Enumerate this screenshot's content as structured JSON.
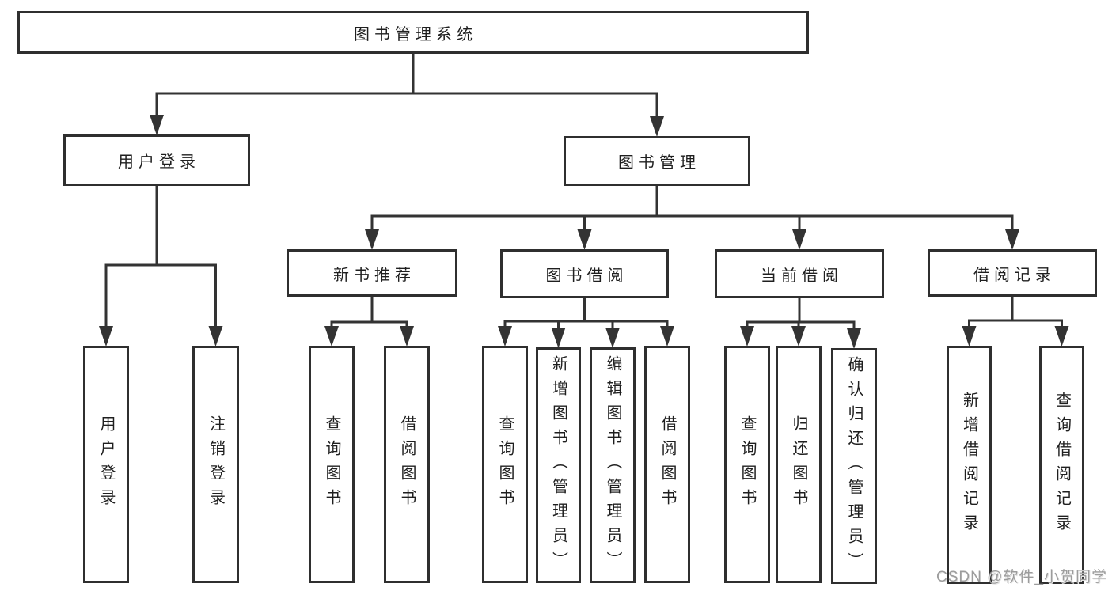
{
  "diagram": {
    "title": "图书管理系统",
    "nodes": [
      {
        "id": "root",
        "label": "图书管理系统",
        "parent": null
      },
      {
        "id": "user-login",
        "label": "用户登录",
        "parent": "root"
      },
      {
        "id": "book-mgmt",
        "label": "图书管理",
        "parent": "root"
      },
      {
        "id": "login",
        "label": "用户登录",
        "parent": "user-login"
      },
      {
        "id": "logout",
        "label": "注销登录",
        "parent": "user-login"
      },
      {
        "id": "new-rec",
        "label": "新书推荐",
        "parent": "book-mgmt"
      },
      {
        "id": "book-borrow",
        "label": "图书借阅",
        "parent": "book-mgmt"
      },
      {
        "id": "current-borrow",
        "label": "当前借阅",
        "parent": "book-mgmt"
      },
      {
        "id": "borrow-records",
        "label": "借阅记录",
        "parent": "book-mgmt"
      },
      {
        "id": "nr-query",
        "label": "查询图书",
        "parent": "new-rec"
      },
      {
        "id": "nr-borrow",
        "label": "借阅图书",
        "parent": "new-rec"
      },
      {
        "id": "bb-query",
        "label": "查询图书",
        "parent": "book-borrow"
      },
      {
        "id": "bb-add",
        "label": "新增图书（管理员）",
        "parent": "book-borrow"
      },
      {
        "id": "bb-edit",
        "label": "编辑图书（管理员）",
        "parent": "book-borrow"
      },
      {
        "id": "bb-borrow",
        "label": "借阅图书",
        "parent": "book-borrow"
      },
      {
        "id": "cb-query",
        "label": "查询图书",
        "parent": "current-borrow"
      },
      {
        "id": "cb-return",
        "label": "归还图书",
        "parent": "current-borrow"
      },
      {
        "id": "cb-confirm",
        "label": "确认归还（管理员）",
        "parent": "current-borrow"
      },
      {
        "id": "br-add",
        "label": "新增借阅记录",
        "parent": "borrow-records"
      },
      {
        "id": "br-query",
        "label": "查询借阅记录",
        "parent": "borrow-records"
      }
    ]
  },
  "watermark": {
    "text": "CSDN @软件_小贺同学"
  },
  "colors": {
    "line": "#333333",
    "box_border": "#2f2f2f",
    "text": "#1f1f1f",
    "background": "#ffffff",
    "watermark": "#9c9c9c"
  }
}
